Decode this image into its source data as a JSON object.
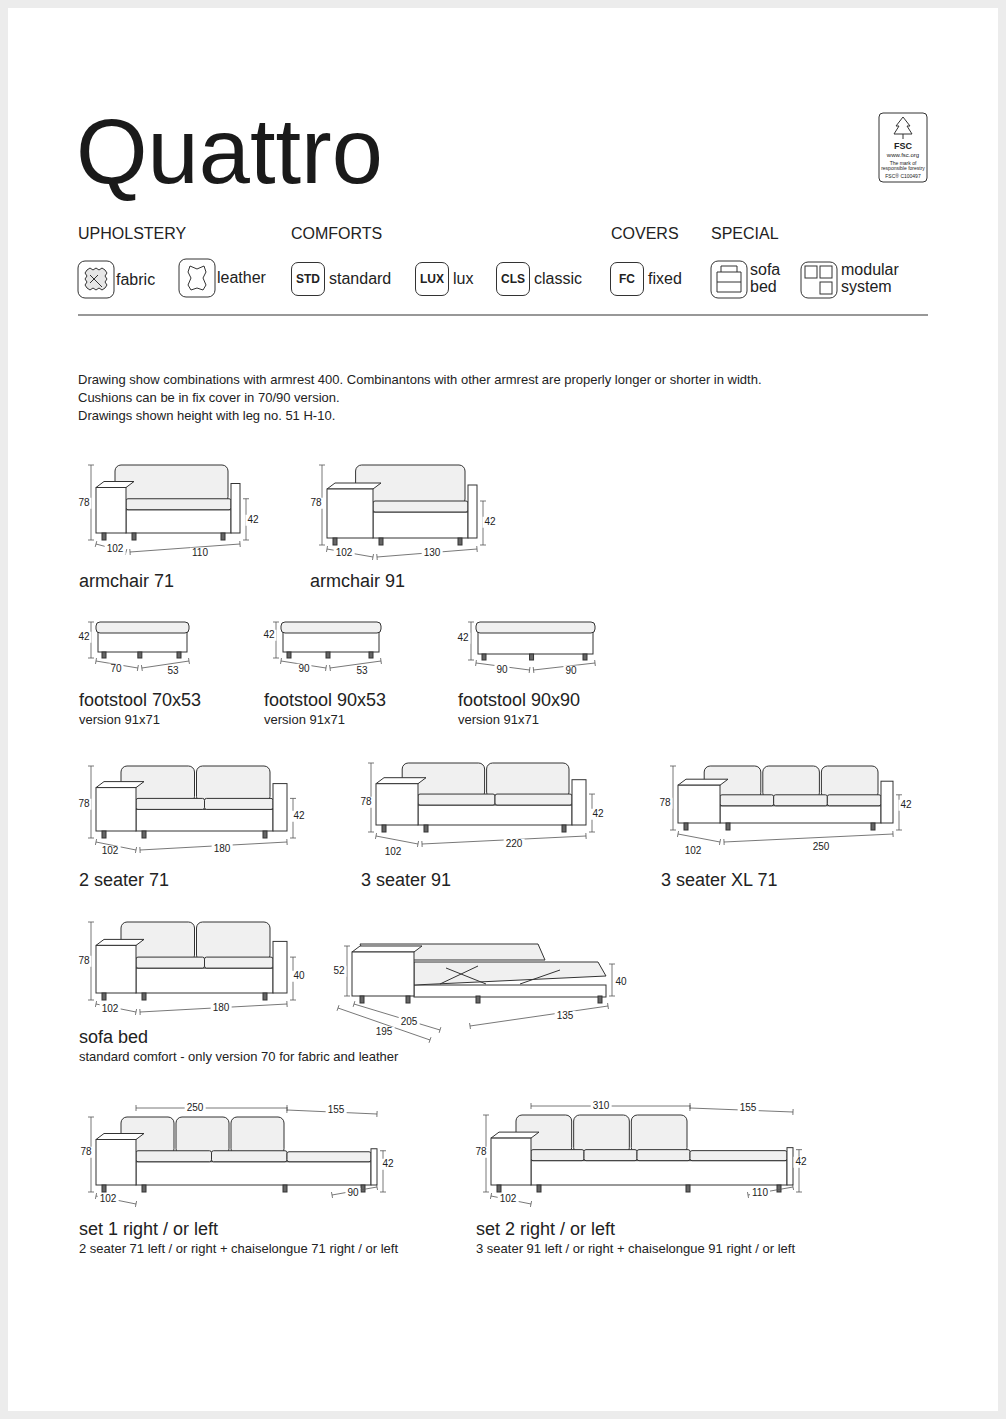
{
  "diagram": {
    "title": "Quattro",
    "nodes": [
      {
        "text": [
          "STD",
          "standard"
        ]
      },
      {
        "text": [
          "LUX",
          "lux"
        ]
      },
      {
        "text": [
          "CLS",
          "classic"
        ]
      },
      {
        "text": [
          "FC",
          "fixed"
        ]
      }
    ],
    "labels": [
      "UPHOLSTERY",
      "COMFORTS",
      "COVERS",
      "SPECIAL",
      "fabric",
      "leather",
      "sofa bed",
      "modular system",
      "FSC",
      "www.fsc.org",
      "The mark of responsible forestry",
      "FSC® C100497",
      "Drawing show combinations with armrest 400. Combinantons with other armrest are properly longer or shorter in width.",
      "Cushions can be in fix cover in 70/90 version.",
      "Drawings shown height with leg no. 51 H-10.",
      "78",
      "42",
      "102",
      "110",
      "armchair 71",
      "78",
      "42",
      "102",
      "130",
      "armchair 91",
      "42",
      "70",
      "53",
      "footstool 70x53",
      "version 91x71",
      "42",
      "90",
      "53",
      "footstool 90x53",
      "version 91x71",
      "42",
      "90",
      "90",
      "footstool 90x90",
      "version 91x71",
      "78",
      "42",
      "102",
      "180",
      "2 seater 71",
      "78",
      "42",
      "102",
      "220",
      "3 seater 91",
      "78",
      "42",
      "102",
      "250",
      "3 seater XL 71",
      "78",
      "40",
      "102",
      "180",
      "52",
      "40",
      "205",
      "195",
      "135",
      "sofa bed",
      "standard comfort - only version 70 for fabric and leather",
      "250",
      "155",
      "78",
      "42",
      "102",
      "90",
      "set 1 right / or left",
      "2 seater 71 left / or right + chaiselongue 71 right / or left",
      "310",
      "155",
      "78",
      "42",
      "102",
      "110",
      "set 2 right / or left",
      "3 seater 91 left / or right + chaiselongue 91 right / or left"
    ]
  }
}
